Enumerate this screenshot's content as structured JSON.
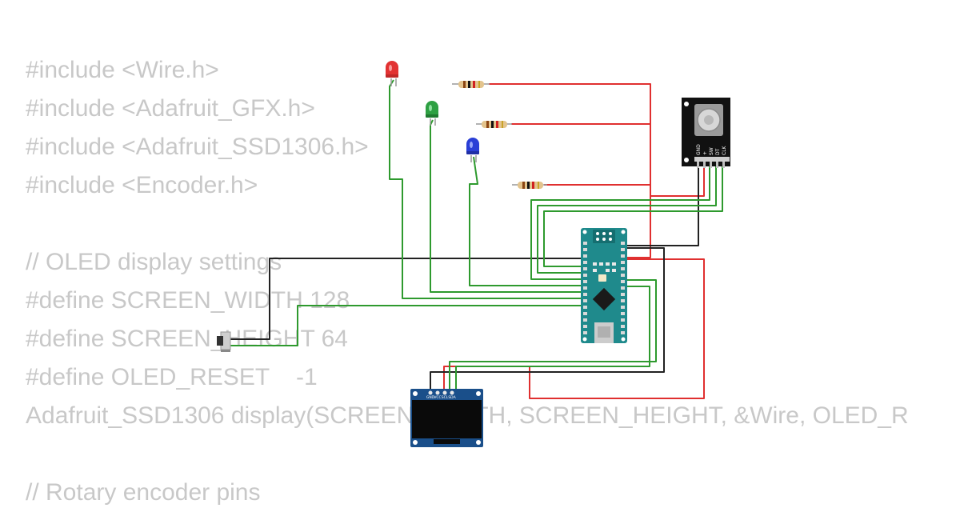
{
  "code_lines": [
    "#include <Wire.h>",
    "#include <Adafruit_GFX.h>",
    "#include <Adafruit_SSD1306.h>",
    "#include <Encoder.h>",
    "",
    "// OLED display settings",
    "#define SCREEN_WIDTH 128",
    "#define SCREEN_HEIGHT 64",
    "#define OLED_RESET    -1",
    "Adafruit_SSD1306 display(SCREEN_WIDTH, SCREEN_HEIGHT, &Wire, OLED_R",
    "",
    "// Rotary encoder pins"
  ],
  "encoder": {
    "pins": [
      "GND",
      "+",
      "SW",
      "DT",
      "CLK"
    ]
  },
  "oled": {
    "pins": [
      "GND",
      "VCC",
      "SCL",
      "SDA"
    ]
  },
  "colors": {
    "code_text": "#c8c8c8",
    "wire_red": "#e03030",
    "wire_green": "#2e9a2e",
    "wire_black": "#222222",
    "led_red": "#e23232",
    "led_green": "#2ea043",
    "led_blue": "#2a3fd6",
    "nano_board": "#1f8a8c",
    "oled_board": "#1a4f8a",
    "encoder_board": "#111111"
  }
}
